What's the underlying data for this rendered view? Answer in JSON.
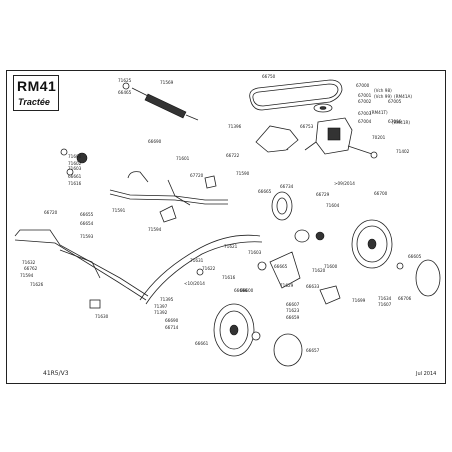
{
  "header": {
    "model": "RM41",
    "variant": "Tractée"
  },
  "footer": {
    "reference": "41R5/V3",
    "date": "Jul 2014"
  },
  "callouts": [
    {
      "label": "71625",
      "kind": "part"
    },
    {
      "label": "66465",
      "kind": "part"
    },
    {
      "label": "71569",
      "kind": "part"
    },
    {
      "label": "66750",
      "kind": "part"
    },
    {
      "label": "67000",
      "kind": "part"
    },
    {
      "label": "67001",
      "kind": "part"
    },
    {
      "label": "67002",
      "kind": "part"
    },
    {
      "label": "67003",
      "kind": "part"
    },
    {
      "label": "67004",
      "kind": "part"
    },
    {
      "label": "67005",
      "kind": "part"
    },
    {
      "label": "67006",
      "kind": "part"
    },
    {
      "label": "70201",
      "kind": "part"
    },
    {
      "label": "71396",
      "kind": "part"
    },
    {
      "label": "66753",
      "kind": "part"
    },
    {
      "label": "71402",
      "kind": "part"
    },
    {
      "label": "66690",
      "kind": "part"
    },
    {
      "label": "71600",
      "kind": "part"
    },
    {
      "label": "71602",
      "kind": "part"
    },
    {
      "label": "71603",
      "kind": "part"
    },
    {
      "label": "66661",
      "kind": "part"
    },
    {
      "label": "71616",
      "kind": "part"
    },
    {
      "label": "67720",
      "kind": "part"
    },
    {
      "label": "71601",
      "kind": "part"
    },
    {
      "label": "66722",
      "kind": "part"
    },
    {
      "label": "71590",
      "kind": "part"
    },
    {
      "label": "66734",
      "kind": "part"
    },
    {
      "label": "66729",
      "kind": "part"
    },
    {
      "label": "71604",
      "kind": "part"
    },
    {
      "label": "66700",
      "kind": "part"
    },
    {
      "label": "66665",
      "kind": "part"
    },
    {
      "label": "71591",
      "kind": "part"
    },
    {
      "label": "71594",
      "kind": "part"
    },
    {
      "label": "66655",
      "kind": "part"
    },
    {
      "label": "66654",
      "kind": "part"
    },
    {
      "label": "71593",
      "kind": "part"
    },
    {
      "label": "66720",
      "kind": "part"
    },
    {
      "label": "71632",
      "kind": "part"
    },
    {
      "label": "66762",
      "kind": "part"
    },
    {
      "label": "71594",
      "kind": "part"
    },
    {
      "label": "71626",
      "kind": "part"
    },
    {
      "label": "71630",
      "kind": "part"
    },
    {
      "label": "71395",
      "kind": "part"
    },
    {
      "label": "71397",
      "kind": "part"
    },
    {
      "label": "71392",
      "kind": "part"
    },
    {
      "label": "66690",
      "kind": "part"
    },
    {
      "label": "66714",
      "kind": "part"
    },
    {
      "label": "66661",
      "kind": "part"
    },
    {
      "label": "71622",
      "kind": "part"
    },
    {
      "label": "71621",
      "kind": "part"
    },
    {
      "label": "71603",
      "kind": "part"
    },
    {
      "label": "71631",
      "kind": "part"
    },
    {
      "label": "71616",
      "kind": "part"
    },
    {
      "label": "66665",
      "kind": "part"
    },
    {
      "label": "71620",
      "kind": "part"
    },
    {
      "label": "66633",
      "kind": "part"
    },
    {
      "label": "66607",
      "kind": "part"
    },
    {
      "label": "71623",
      "kind": "part"
    },
    {
      "label": "66659",
      "kind": "part"
    },
    {
      "label": "71629",
      "kind": "part"
    },
    {
      "label": "66696",
      "kind": "part"
    },
    {
      "label": "66600",
      "kind": "part"
    },
    {
      "label": "71600",
      "kind": "part"
    },
    {
      "label": "66605",
      "kind": "part"
    },
    {
      "label": "71634",
      "kind": "part"
    },
    {
      "label": "71607",
      "kind": "part"
    },
    {
      "label": "66706",
      "kind": "part"
    },
    {
      "label": "71699",
      "kind": "part"
    },
    {
      "label": "66657",
      "kind": "part"
    }
  ],
  "notes": [
    {
      "text": "<10/2014",
      "kind": "date-note"
    },
    {
      "text": ">09/2014",
      "kind": "date-note"
    },
    {
      "text": "(Vch 98)",
      "kind": "variant"
    },
    {
      "text": "(Vch 99)",
      "kind": "variant"
    },
    {
      "text": "(RM41A)",
      "kind": "variant"
    },
    {
      "text": "(RM41T)",
      "kind": "variant"
    },
    {
      "text": "(RM41R)",
      "kind": "variant"
    }
  ]
}
